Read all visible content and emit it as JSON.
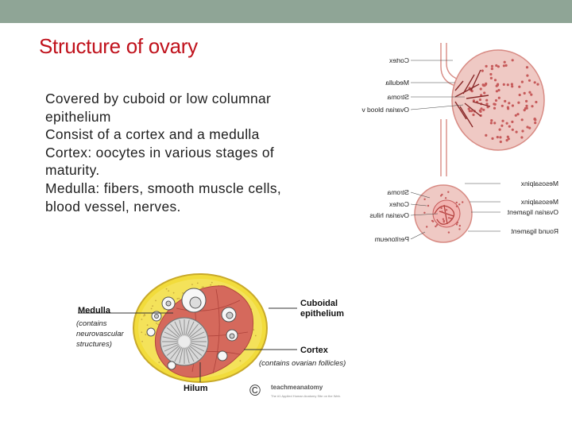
{
  "slide": {
    "title": "Structure of ovary",
    "bullets": [
      "Covered by cuboid or low columnar epithelium",
      "Consist of a cortex and a medulla",
      "Cortex: oocytes in various stages of maturity.",
      "Medulla: fibers, smooth muscle cells, blood vessel, nerves."
    ]
  },
  "upper_figure": {
    "labels_left": [
      "Cortex",
      "Medulla",
      "Stroma",
      "Ovarian blood vessels",
      "Stroma",
      "Cortex",
      "Ovarian hilus",
      "Peritoneum"
    ],
    "labels_right": [
      "Mesosalpinx",
      "Mesosalpinx",
      "Ovarian ligament",
      "Round ligament"
    ]
  },
  "lower_figure": {
    "labels": {
      "medulla": "Medulla",
      "medulla_note": [
        "(contains",
        "neurovascular",
        "structures)"
      ],
      "cuboidal": [
        "Cuboidal",
        "epithelium"
      ],
      "cortex": "Cortex",
      "cortex_note": "(contains ovarian follicles)",
      "hilum": "Hilum"
    },
    "watermark": {
      "symbol": "©",
      "brand": "teachmeanatomy",
      "tagline": "The #1 Applied Human Anatomy Site on the Web."
    }
  },
  "colors": {
    "title": "#c0121c",
    "topbar": "#8fa596",
    "cortex_yellow": "#f2dc3c",
    "medulla_red": "#d5695c",
    "ovary_pink": "#efc9c4"
  }
}
